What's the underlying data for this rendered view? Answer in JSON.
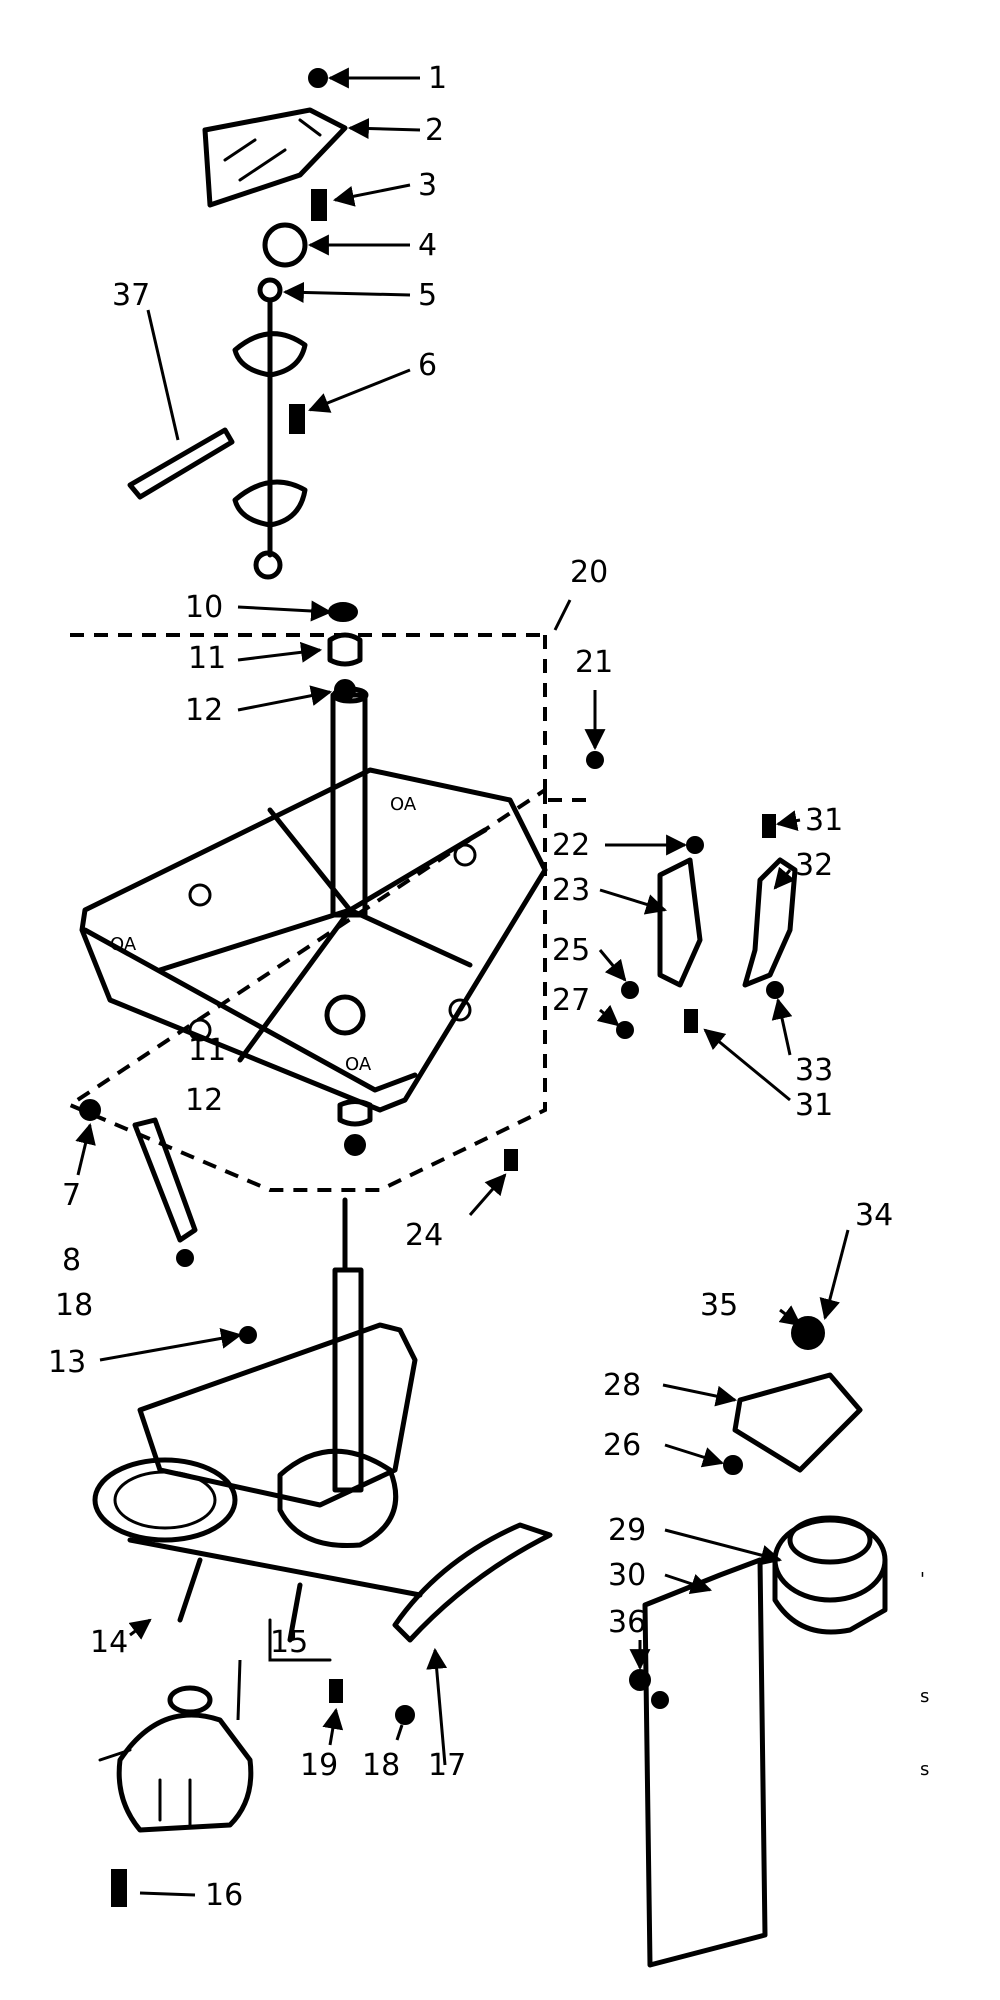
{
  "diagram": {
    "callouts": [
      "1",
      "2",
      "3",
      "4",
      "5",
      "6",
      "37",
      "10",
      "11",
      "12",
      "20",
      "21",
      "22",
      "23",
      "31",
      "32",
      "25",
      "27",
      "33",
      "11",
      "12",
      "31",
      "7",
      "8",
      "18",
      "24",
      "34",
      "35",
      "13",
      "28",
      "26",
      "29",
      "30",
      "36",
      "14",
      "15",
      "19",
      "18",
      "17",
      "16"
    ],
    "edge_marks": [
      "'",
      "s",
      "s"
    ],
    "plate_text": [
      "OA",
      "OA",
      "OA"
    ]
  }
}
